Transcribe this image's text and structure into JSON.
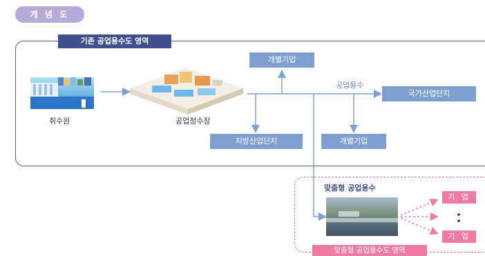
{
  "header": {
    "title": "개 념 도"
  },
  "existing_area": {
    "title": "기존 공업용수도 영역",
    "nodes": {
      "intake": "취수원",
      "plant": "공업정수장",
      "company_top": "개별기업",
      "national": "국가산업단지",
      "regional": "지방산업단지",
      "company_bottom": "개별기업"
    },
    "flow_label": "공업용수"
  },
  "custom_area": {
    "title": "맞춤형 공업용수",
    "badge": "맞춤형 공업용수도 영역",
    "companies": [
      "기 업",
      "기 업"
    ]
  },
  "colors": {
    "pill": "#b6aad8",
    "frame": "#4d5f9c",
    "node_box": "#7e9fd0",
    "custom_accent": "#ef7aa3",
    "flow_line": "#7e9fd0"
  }
}
